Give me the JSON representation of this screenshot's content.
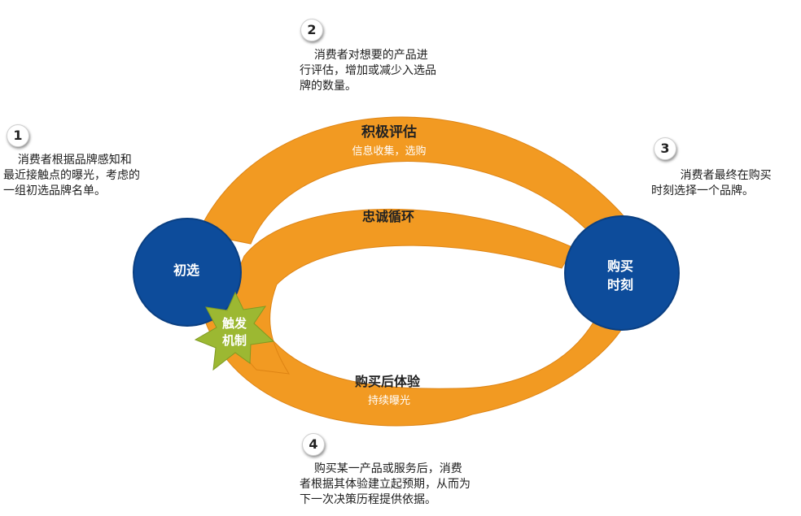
{
  "colors": {
    "orange": "#F29A22",
    "orange_dark": "#DE8414",
    "blue": "#0D4C9B",
    "green": "#9CB832",
    "white": "#FFFFFF"
  },
  "steps": [
    {
      "number": "1",
      "text": "    消费者根据品牌感知和\n最近接触点的曝光，考虑的\n一组初选品牌名单。"
    },
    {
      "number": "2",
      "text": "    消费者对想要的产品进\n行评估，增加或减少入选品\n牌的数量。"
    },
    {
      "number": "3",
      "text": "        消费者最终在购买\n时刻选择一个品牌。"
    },
    {
      "number": "4",
      "text": "    购买某一产品或服务后，消费\n者根据其体验建立起预期，从而为\n下一次决策历程提供依据。"
    }
  ],
  "arcs": {
    "top_title": "积极评估",
    "top_subtitle": "信息收集，选购",
    "loop_title": "忠诚循环",
    "bottom_title": "购买后体验",
    "bottom_subtitle": "持续曝光"
  },
  "nodes": {
    "initial": "初选",
    "purchase_line1": "购买",
    "purchase_line2": "时刻",
    "trigger_line1": "触发",
    "trigger_line2": "机制"
  }
}
